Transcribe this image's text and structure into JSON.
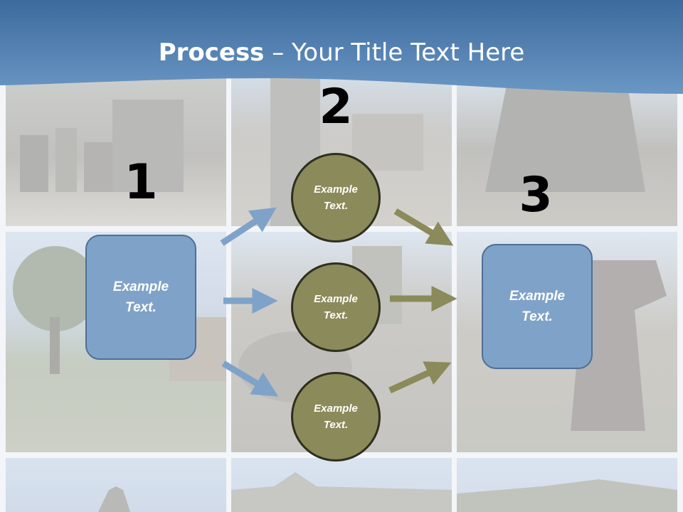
{
  "title": {
    "bold": "Process",
    "rest": " – Your Title Text Here"
  },
  "steps": [
    {
      "number": "1",
      "label": "Example\nText."
    },
    {
      "number": "2",
      "items": [
        "Example\nText.",
        "Example\nText.",
        "Example\nText."
      ]
    },
    {
      "number": "3",
      "label": "Example\nText."
    }
  ],
  "colors": {
    "header": "#4d7eaf",
    "box_fill": "#7fa2c8",
    "circle_fill": "#8b8a5a",
    "blue_arrow": "#7fa2c8",
    "olive_arrow": "#8b8a5a"
  }
}
